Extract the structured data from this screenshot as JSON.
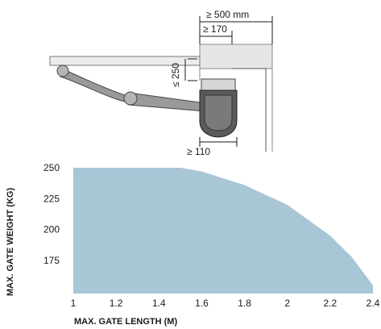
{
  "diagram": {
    "dim_total_depth": "≥ 500 mm",
    "dim_offset": "≥ 170",
    "dim_height": "≤ 250",
    "dim_bottom": "≥ 110"
  },
  "chart_data": {
    "type": "area",
    "xlabel": "MAX. GATE LENGTH (M)",
    "ylabel": "MAX. GATE WEIGHT (KG)",
    "x_ticks": [
      "1",
      "1.2",
      "1.4",
      "1.6",
      "1.8",
      "2",
      "2.2",
      "2.4"
    ],
    "y_ticks": [
      "250",
      "225",
      "200",
      "175"
    ],
    "xlim": [
      1,
      2.4
    ],
    "ylim": [
      150,
      250
    ],
    "x": [
      1,
      1.2,
      1.4,
      1.5,
      1.6,
      1.8,
      2.0,
      2.2,
      2.3,
      2.4
    ],
    "y": [
      250,
      250,
      250,
      250,
      247,
      236,
      220,
      195,
      178,
      155
    ],
    "fill_color": "#a9c6d6",
    "grid": false
  }
}
